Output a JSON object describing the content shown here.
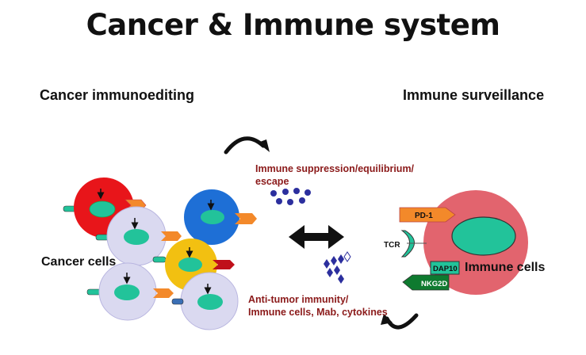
{
  "title": "Cancer & Immune system",
  "left_heading": "Cancer immunoediting",
  "right_heading": "Immune surveillance",
  "cancer_cells_label": "Cancer cells",
  "immune_cells_label": "Immune cells",
  "suppression_label": [
    "Immune suppression/equilibrium/",
    "escape"
  ],
  "antitumor_label": [
    "Anti-tumor immunity/",
    "Immune cells, Mab, cytokines"
  ],
  "receptors": {
    "pd1": "PD-1",
    "tcr": "TCR",
    "dap10": "DAP10",
    "nkg2d": "NKG2D"
  },
  "colors": {
    "title": "#111111",
    "annotation": "#8b1a1a",
    "red_cell": "#e8151a",
    "blue_cell": "#1e6fd6",
    "yellow_cell": "#f2c011",
    "pale_cell": "#dad9f0",
    "nucleus": "#22c39a",
    "immune_cell": "#e2646e",
    "pd1": "#f3892a",
    "dap10": "#22c39a",
    "nkg2d": "#0e7a2f",
    "molecule": "#2c2f9e"
  }
}
